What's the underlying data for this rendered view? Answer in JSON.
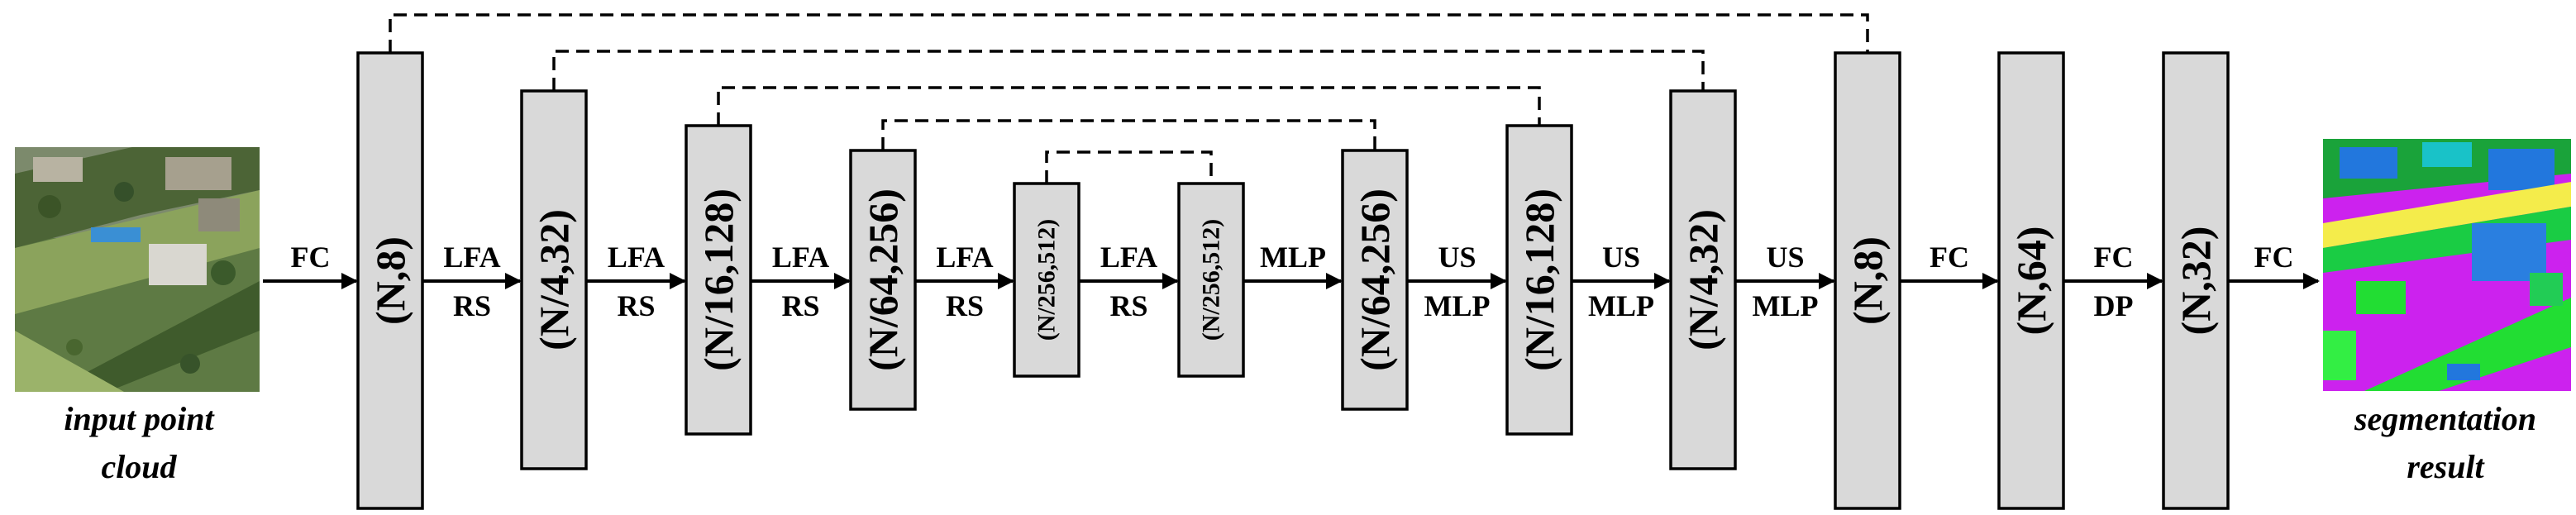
{
  "input": {
    "caption_line1": "input point",
    "caption_line2": "cloud"
  },
  "output": {
    "caption_line1": "segmentation",
    "caption_line2": "result"
  },
  "blocks": [
    {
      "label": "(N,8)"
    },
    {
      "label": "(N/4,32)"
    },
    {
      "label": "(N/16,128)"
    },
    {
      "label": "(N/64,256)"
    },
    {
      "label": "(N/256,512)"
    },
    {
      "label": "(N/256,512)"
    },
    {
      "label": "(N/64,256)"
    },
    {
      "label": "(N/16,128)"
    },
    {
      "label": "(N/4,32)"
    },
    {
      "label": "(N,8)"
    },
    {
      "label": "(N,64)"
    },
    {
      "label": "(N,32)"
    }
  ],
  "operations": [
    {
      "line1": "FC",
      "line2": ""
    },
    {
      "line1": "LFA",
      "line2": "RS"
    },
    {
      "line1": "LFA",
      "line2": "RS"
    },
    {
      "line1": "LFA",
      "line2": "RS"
    },
    {
      "line1": "LFA",
      "line2": "RS"
    },
    {
      "line1": "LFA",
      "line2": "RS"
    },
    {
      "line1": "MLP",
      "line2": ""
    },
    {
      "line1": "US",
      "line2": "MLP"
    },
    {
      "line1": "US",
      "line2": "MLP"
    },
    {
      "line1": "US",
      "line2": "MLP"
    },
    {
      "line1": "FC",
      "line2": ""
    },
    {
      "line1": "FC",
      "line2": "DP"
    },
    {
      "line1": "FC",
      "line2": ""
    }
  ],
  "skip_connections": [
    {
      "from": 0,
      "to": 9
    },
    {
      "from": 1,
      "to": 8
    },
    {
      "from": 2,
      "to": 7
    },
    {
      "from": 3,
      "to": 6
    },
    {
      "from": 4,
      "to": 5
    }
  ]
}
